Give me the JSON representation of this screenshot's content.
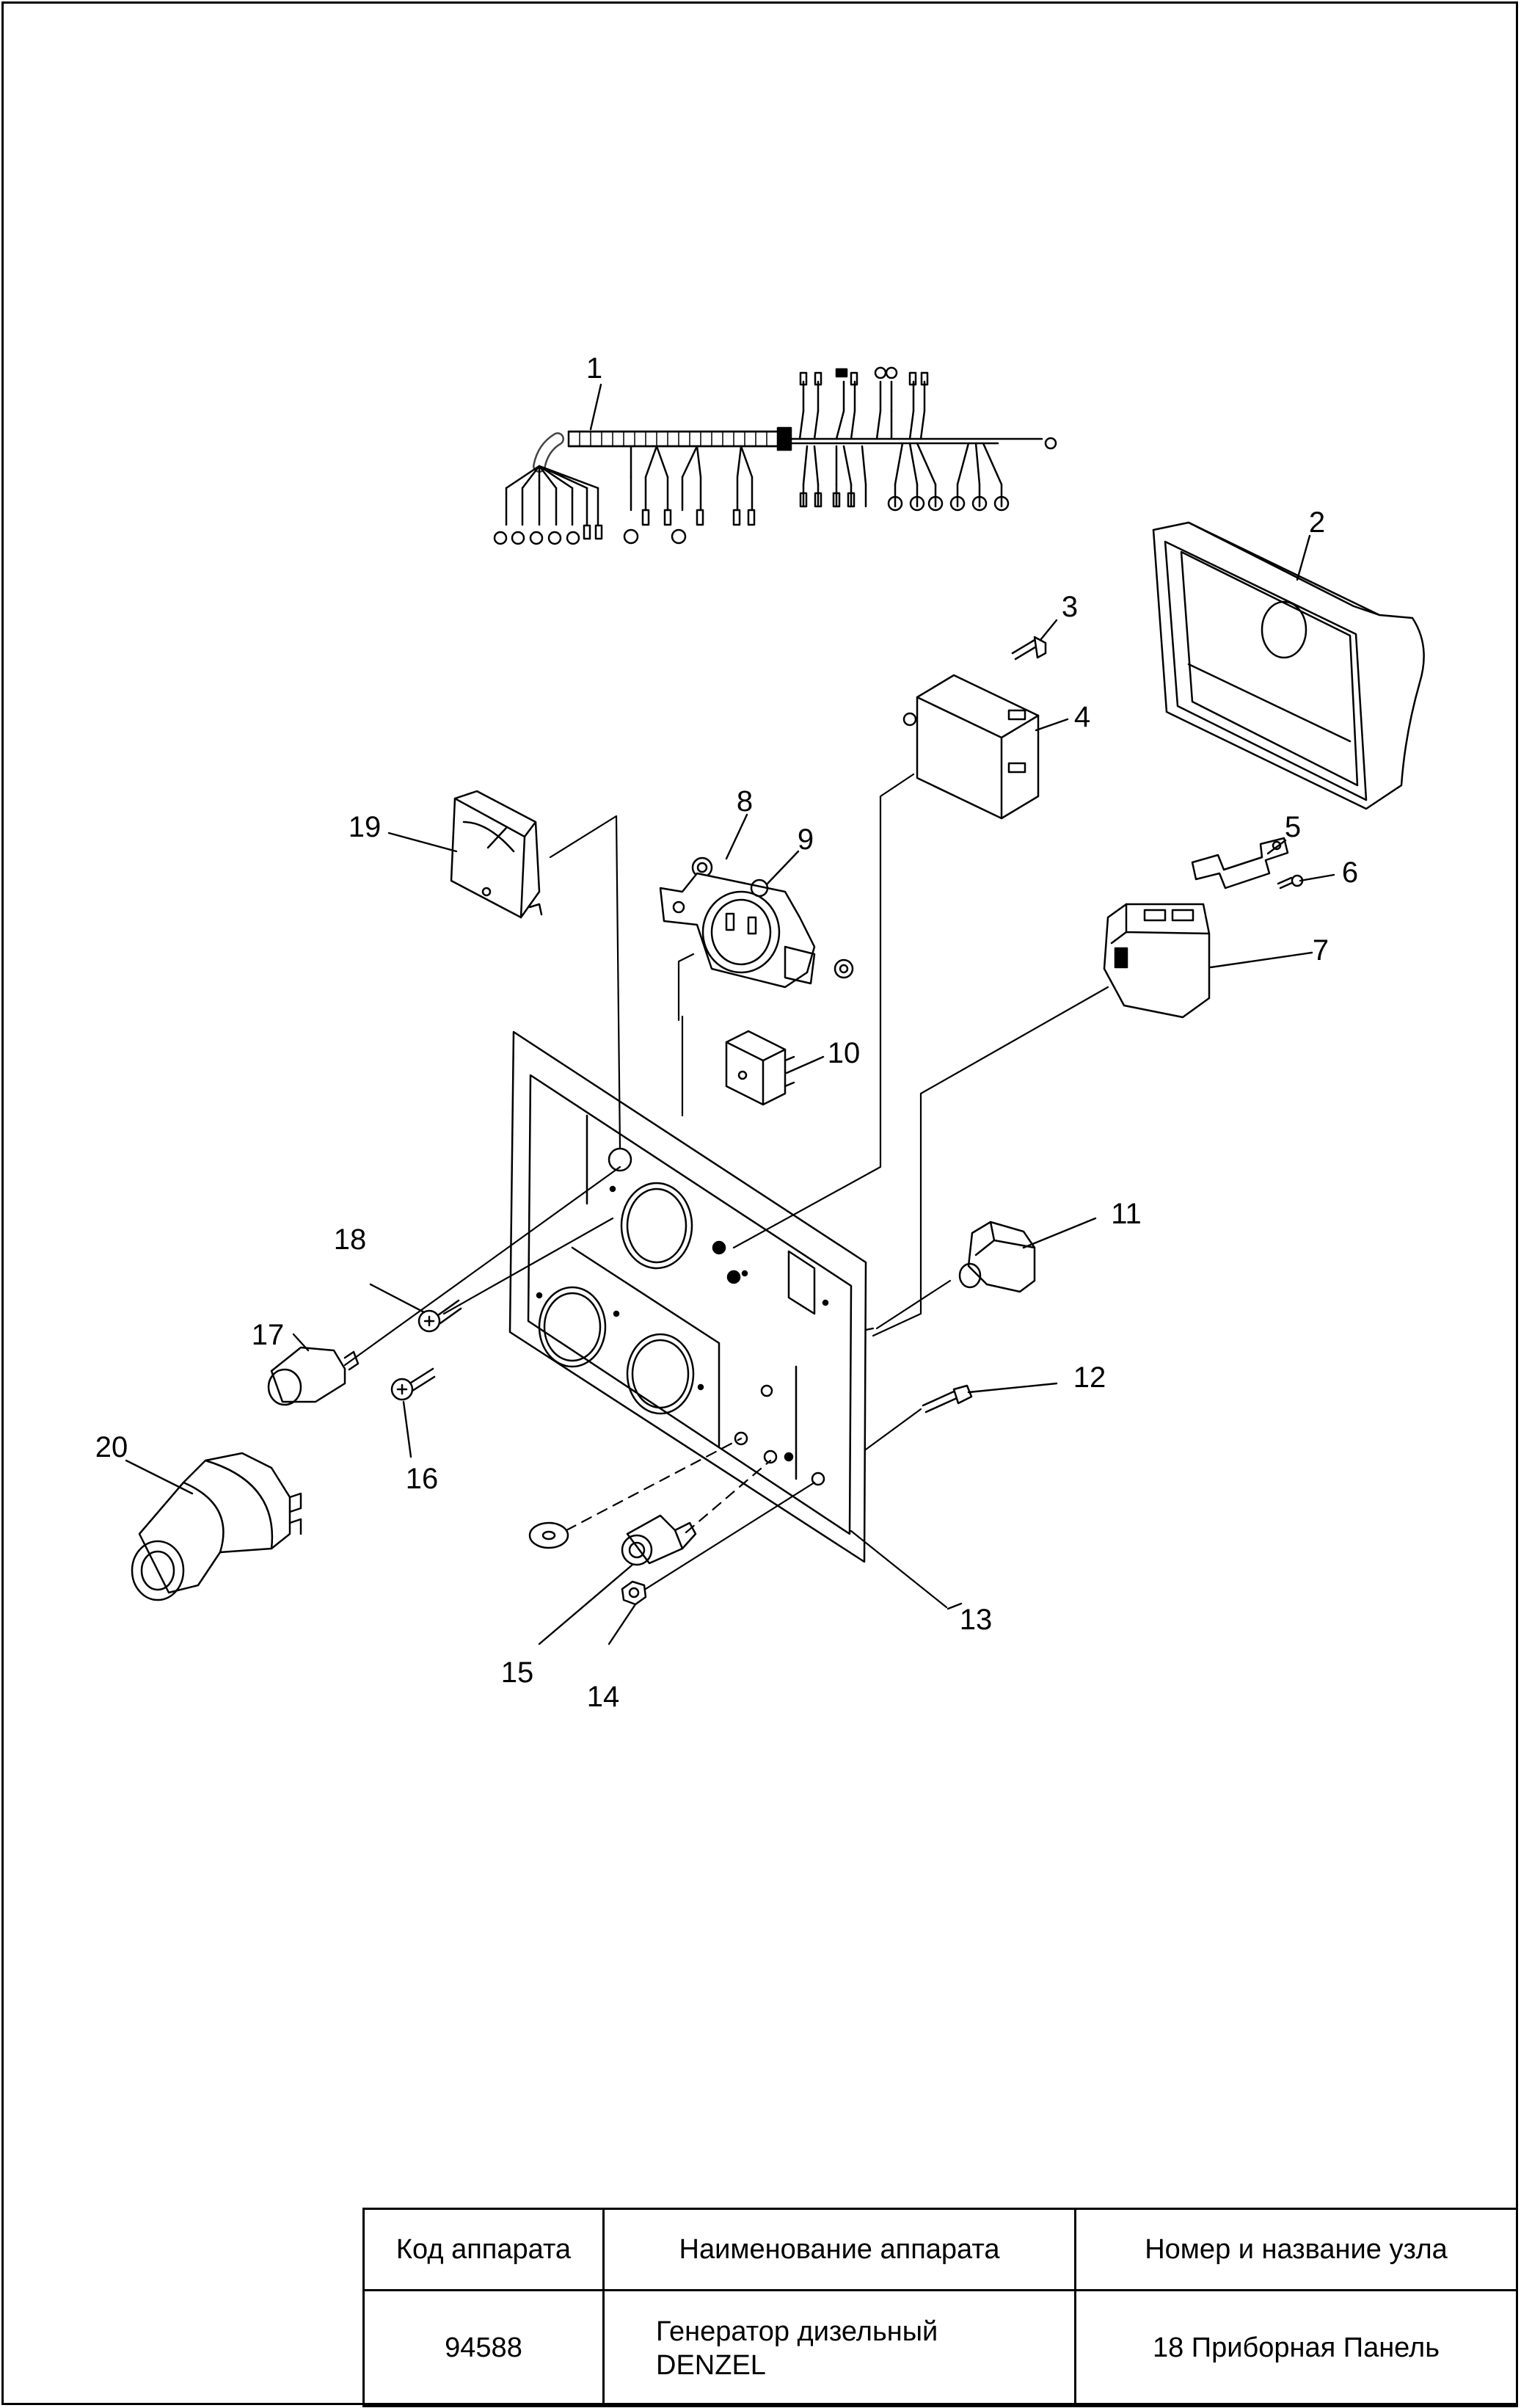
{
  "callouts": [
    "1",
    "2",
    "3",
    "4",
    "5",
    "6",
    "7",
    "8",
    "9",
    "10",
    "11",
    "12",
    "13",
    "14",
    "15",
    "16",
    "17",
    "18",
    "19",
    "20"
  ],
  "table": {
    "headers": [
      "Код аппарата",
      "Наименование аппарата",
      "Номер и название узла"
    ],
    "row": {
      "code": "94588",
      "name_line1": "Генератор дизельный",
      "name_line2": "DENZEL",
      "assembly": "18 Приборная Панель"
    }
  }
}
